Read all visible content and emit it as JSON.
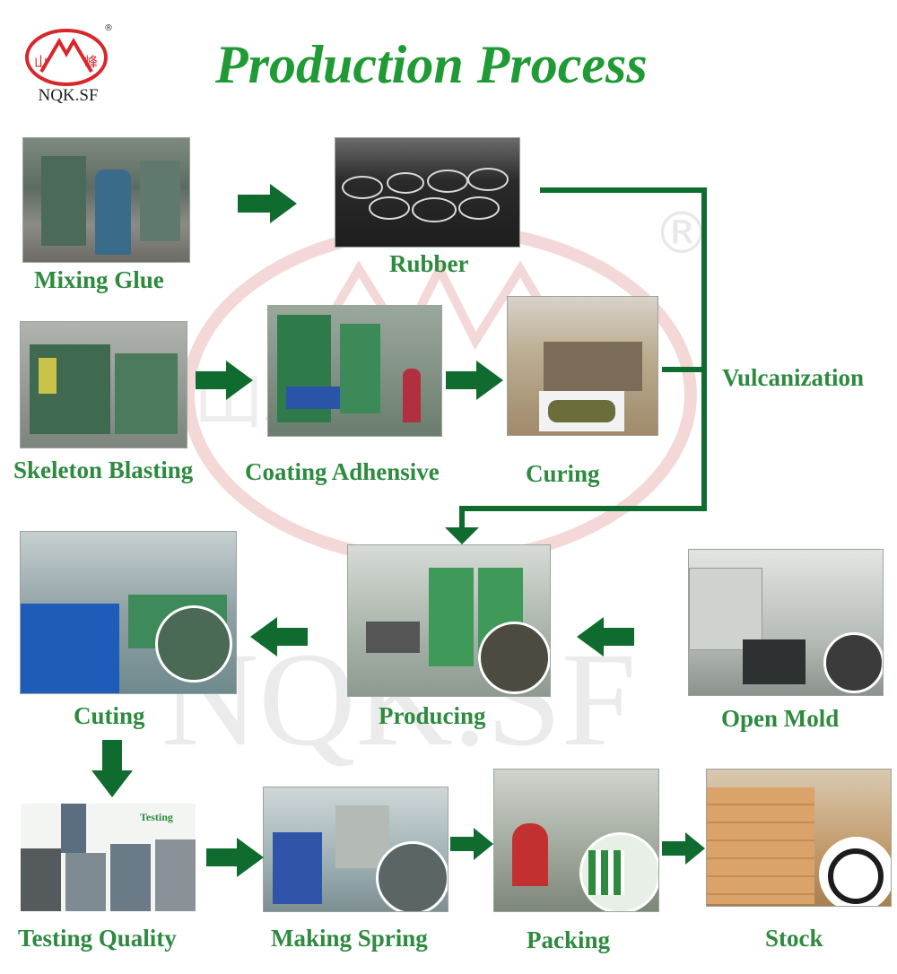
{
  "brand": {
    "logo_text": "NQK.SF",
    "logo_glyph_left": "山",
    "logo_glyph_right": "峰",
    "registered_mark": "®"
  },
  "title": "Production Process",
  "colors": {
    "title": "#1f9a34",
    "labels": "#2d8a3e",
    "arrows": "#0f6b2e",
    "lines": "#0f6b2e",
    "watermark": "#e8b8b8"
  },
  "watermark": {
    "text": "NQK.SF",
    "glyph_left": "山",
    "registered_mark": "®"
  },
  "steps": {
    "mixing_glue": "Mixing Glue",
    "rubber": "Rubber",
    "skeleton_blasting": "Skeleton Blasting",
    "coating_adhesive": "Coating Adhensive",
    "curing": "Curing",
    "vulcanization": "Vulcanization",
    "cuting": "Cuting",
    "producing": "Producing",
    "open_mold": "Open Mold",
    "testing_quality": "Testing Quality",
    "making_spring": "Making Spring",
    "packing": "Packing",
    "stock": "Stock"
  },
  "photo_captions": {
    "testing_inset": "Testing"
  }
}
